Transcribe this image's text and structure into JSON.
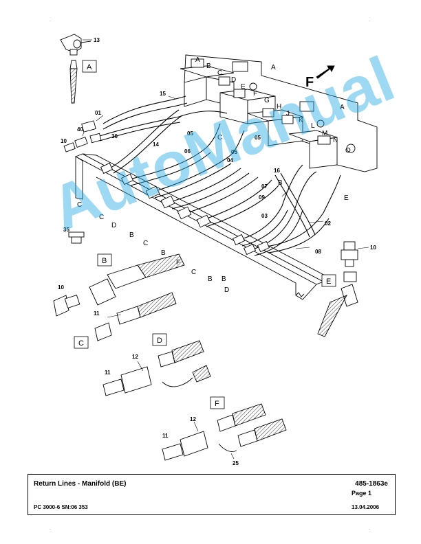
{
  "title_block": {
    "title": "Return Lines - Manifold (BE)",
    "document_number": "485-1863e",
    "page": "Page 1",
    "model": "PC 3000-6 SN:06 353",
    "date": "13.04.2006"
  },
  "watermark": {
    "text": "AutoManual"
  },
  "corner_marks": [
    "-",
    "-",
    "-",
    "-"
  ],
  "callouts": {
    "c13": "13",
    "c01": "01",
    "c40": "40",
    "c10a": "10",
    "c36": "36",
    "c15": "15",
    "c14": "14",
    "c05a": "05",
    "c06": "06",
    "c04": "04",
    "c05b": "05",
    "c05c": "05",
    "c16": "16",
    "c07": "07",
    "c09": "09",
    "c03": "03",
    "c02": "02",
    "c08": "08",
    "c35": "35",
    "c10b": "10",
    "c10c": "10",
    "c11a": "11",
    "c11b": "11",
    "c12a": "12",
    "c11c": "11",
    "c12b": "12",
    "c25": "25"
  },
  "port_letters": {
    "A1": "A",
    "B1": "B",
    "C1": "C",
    "D1": "D",
    "E1": "E",
    "F1": "F",
    "G": "G",
    "H": "H",
    "J": "J",
    "K": "K",
    "L": "L",
    "M": "M",
    "N": "N",
    "O": "O",
    "A2": "A",
    "A3": "A",
    "C2": "C",
    "B2": "B",
    "E2": "E"
  },
  "line_letters": {
    "C_a": "C",
    "C_b": "C",
    "D_a": "D",
    "B_a": "B",
    "C_c": "C",
    "B_b": "B",
    "F_a": "F",
    "C_d": "C",
    "B_c": "B",
    "D_b": "D",
    "B_d": "B"
  },
  "detail_boxes": {
    "A": "A",
    "B": "B",
    "C": "C",
    "D": "D",
    "E": "E",
    "F": "F"
  },
  "front_marker": {
    "label": "F"
  }
}
